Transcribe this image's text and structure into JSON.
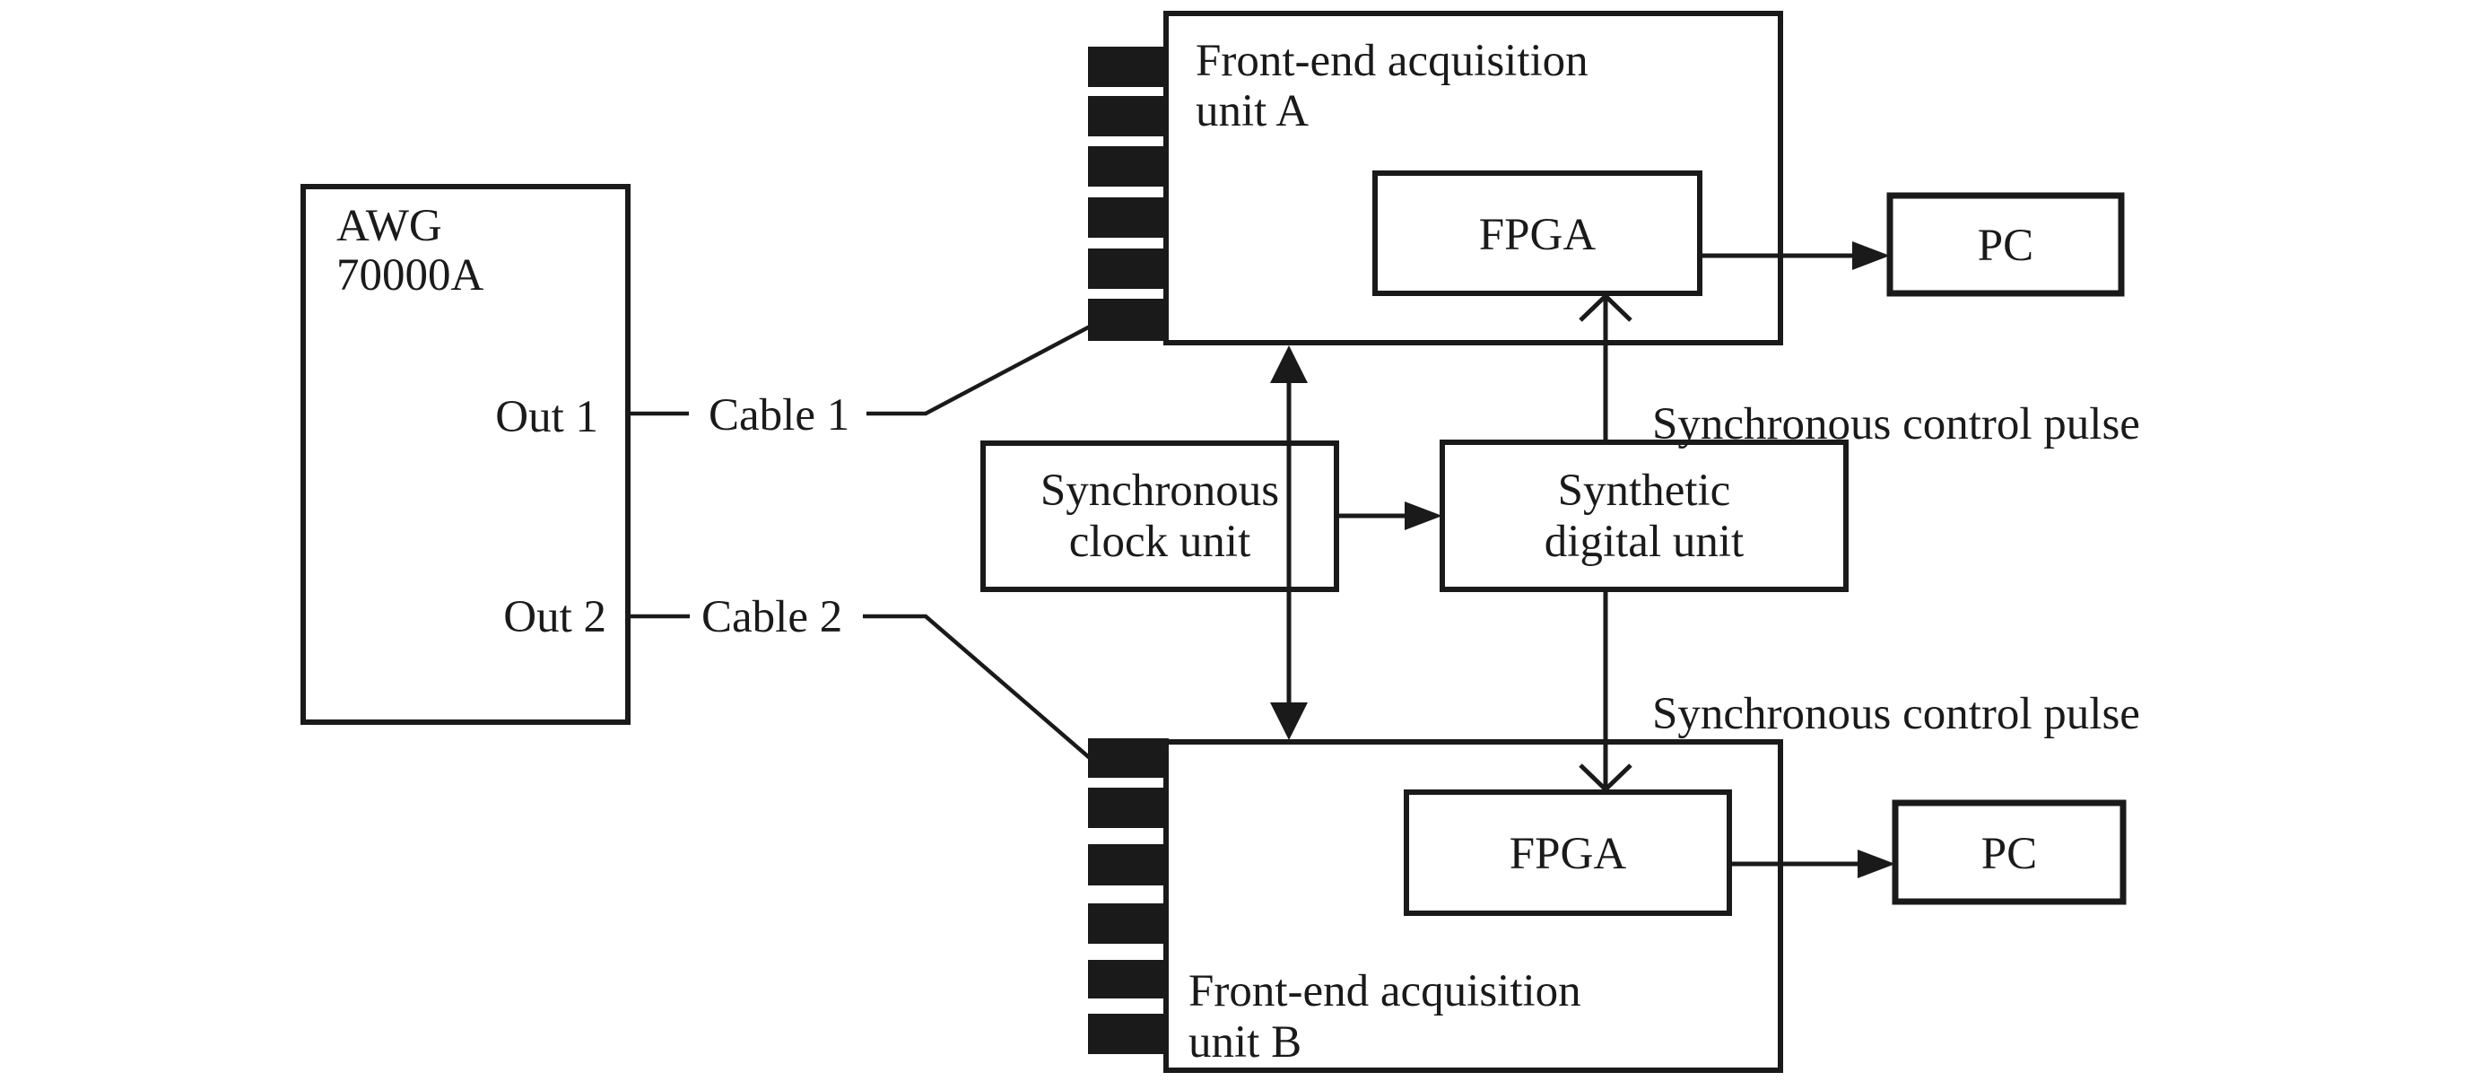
{
  "colors": {
    "ink": "#1a1a1a",
    "background": "#ffffff"
  },
  "awg": {
    "name_line1": "AWG",
    "name_line2": "70000A",
    "out1_label": "Out 1",
    "out2_label": "Out 2"
  },
  "cables": {
    "cable1_label": "Cable 1",
    "cable2_label": "Cable 2"
  },
  "unit_a": {
    "title_line1": "Front-end acquisition",
    "title_line2": "unit A",
    "fpga_label": "FPGA",
    "pc_label": "PC"
  },
  "unit_b": {
    "title_line1": "Front-end acquisition",
    "title_line2": "unit B",
    "fpga_label": "FPGA",
    "pc_label": "PC"
  },
  "clock_unit": {
    "label_line1": "Synchronous",
    "label_line2": "clock unit"
  },
  "synthetic_unit": {
    "label_line1": "Synthetic",
    "label_line2": "digital unit"
  },
  "pulses": {
    "top_label": "Synchronous control pulse",
    "bottom_label": "Synchronous control pulse"
  }
}
